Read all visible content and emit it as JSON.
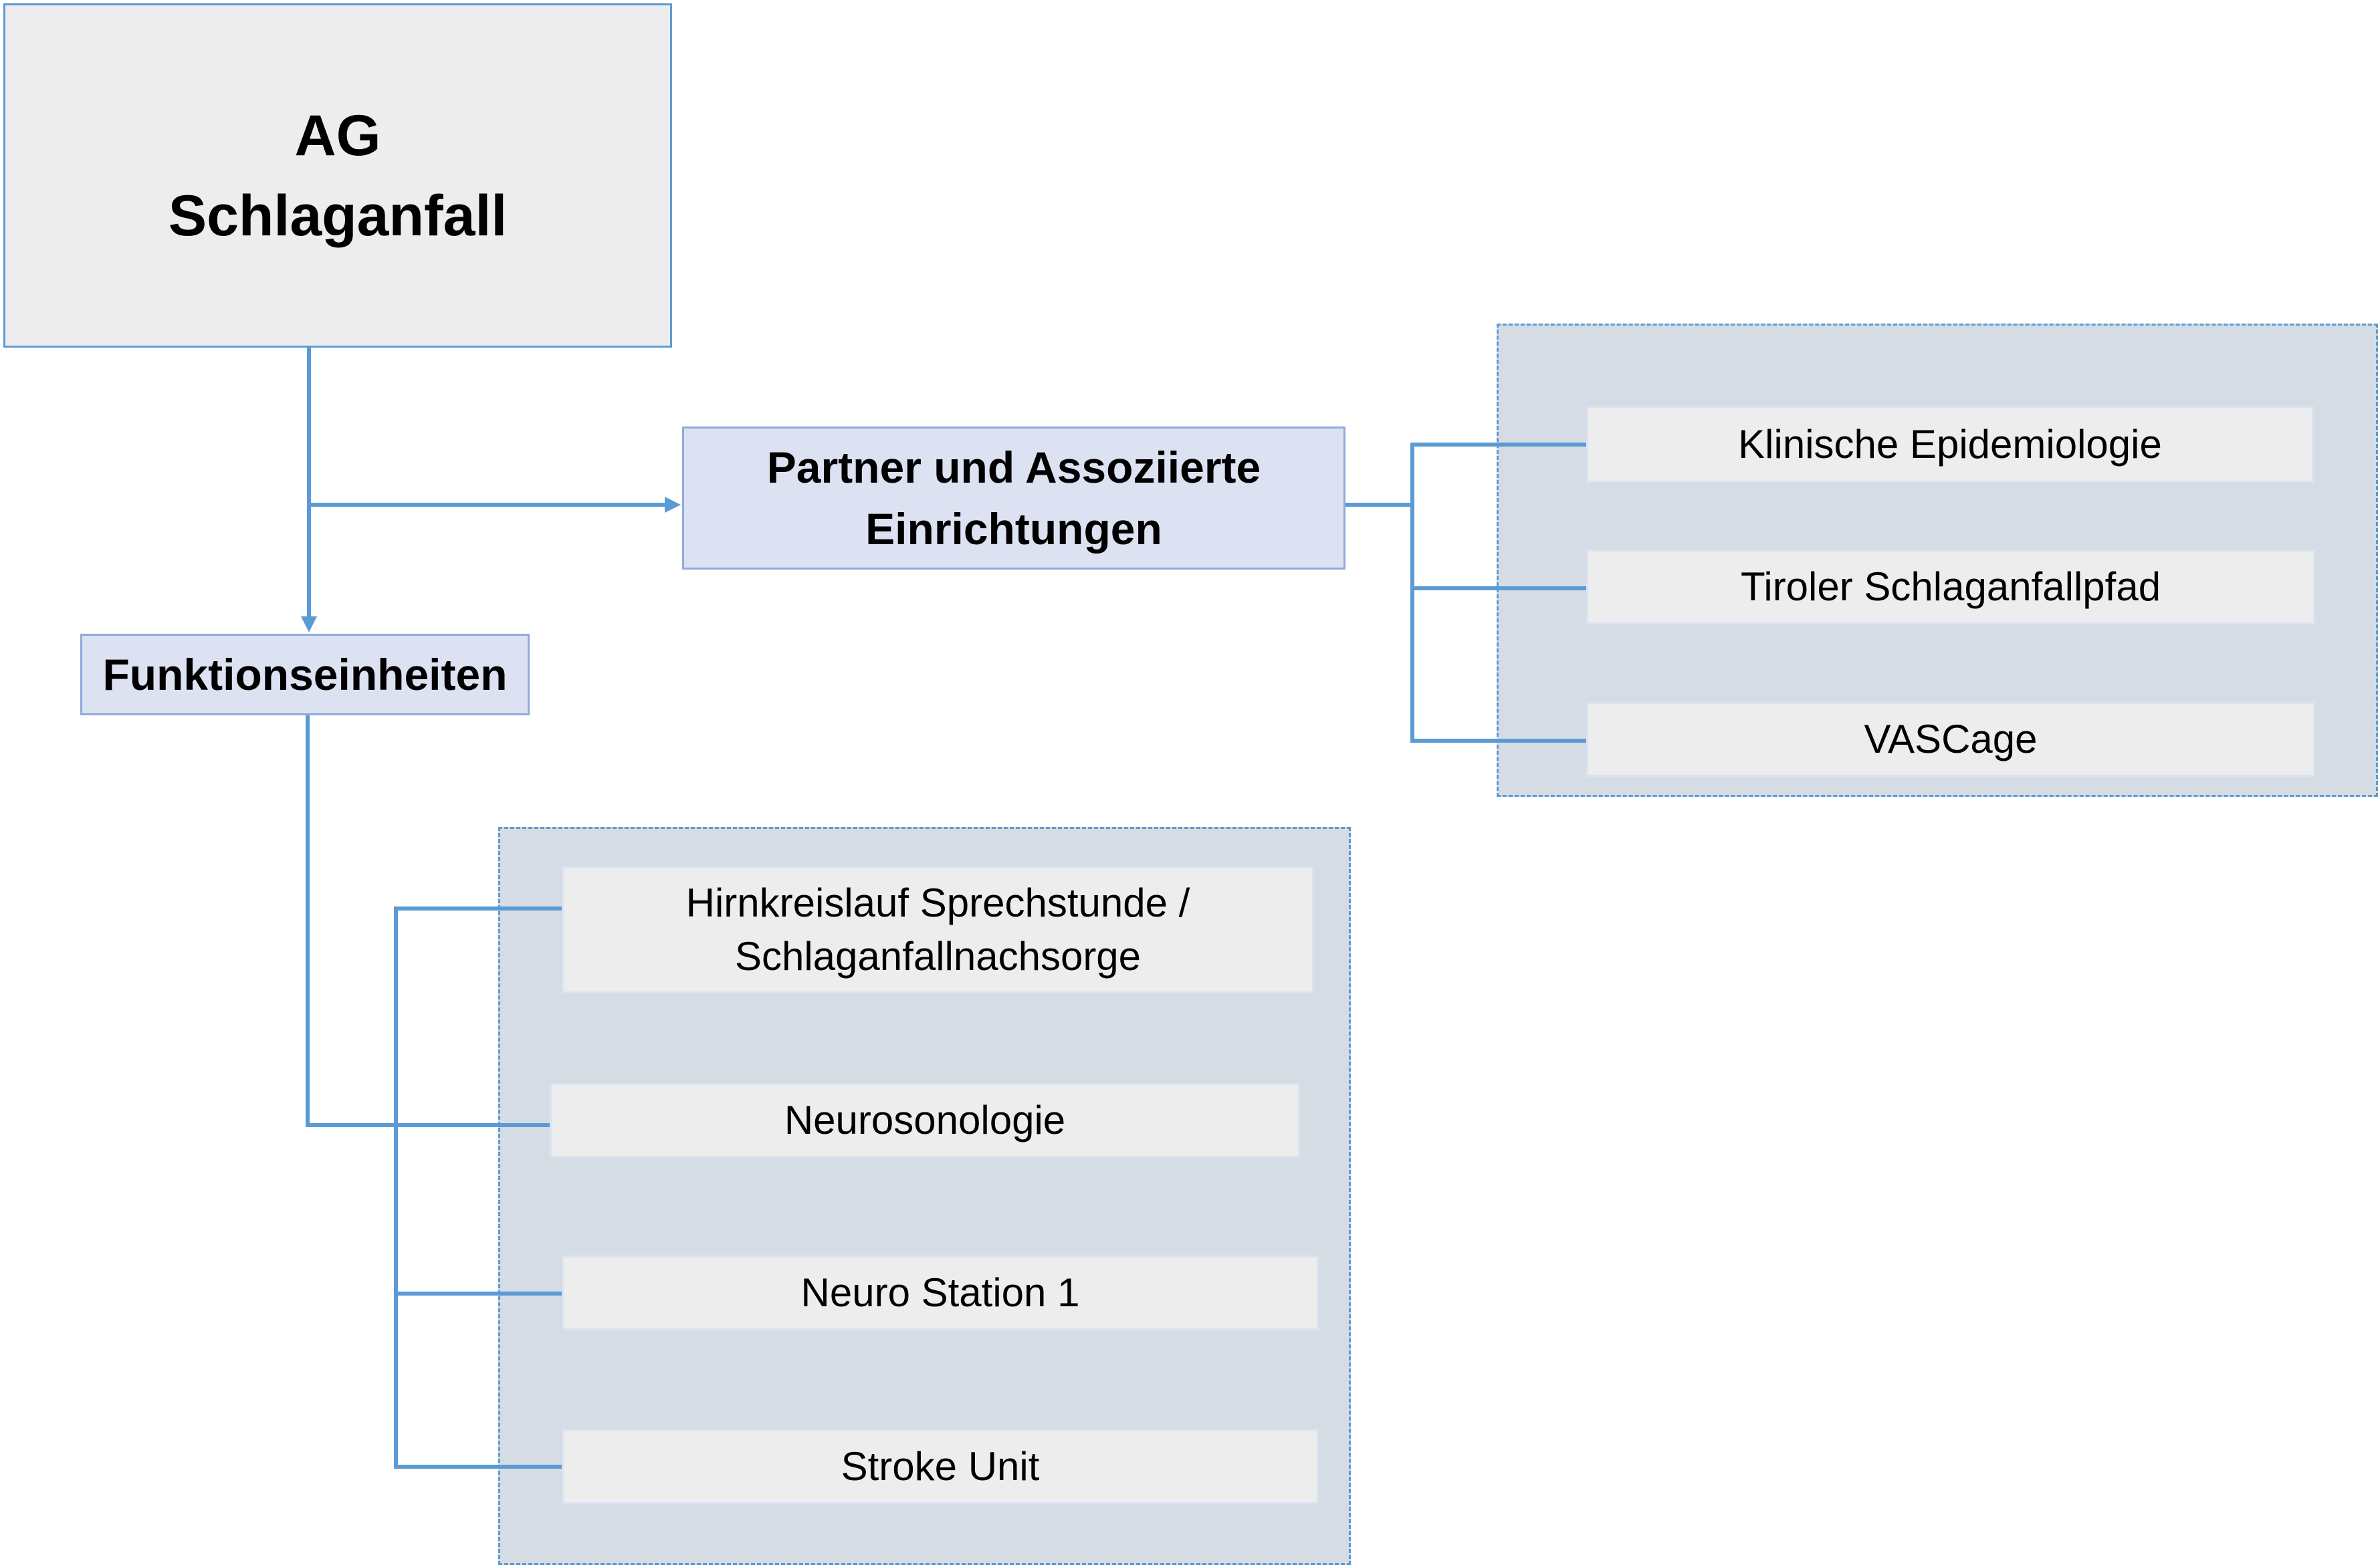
{
  "root": {
    "line1": "AG",
    "line2": "Schlaganfall"
  },
  "partner": {
    "line1": "Partner und Assoziierte",
    "line2": "Einrichtungen",
    "items": [
      "Klinische Epidemiologie",
      "Tiroler Schlaganfallpfad",
      "VASCage"
    ]
  },
  "funktion": {
    "label": "Funktionseinheiten",
    "items": [
      {
        "line1": "Hirnkreislauf Sprechstunde /",
        "line2": "Schlaganfallnachsorge"
      },
      {
        "line1": "Neurosonologie"
      },
      {
        "line1": "Neuro Station 1"
      },
      {
        "line1": "Stroke Unit"
      }
    ]
  },
  "colors": {
    "connector": "#5b9bd5",
    "header_fill": "#dce2f1",
    "group_fill": "#d6dce4",
    "leaf_fill": "#ededed"
  }
}
